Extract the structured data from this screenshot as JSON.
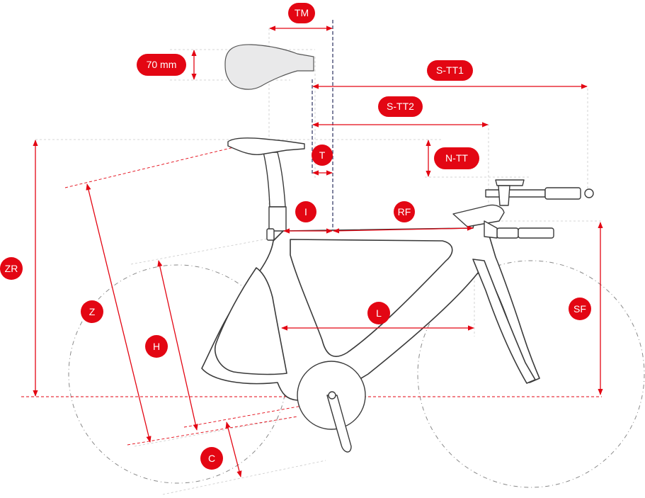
{
  "diagram": {
    "labels": {
      "tm": "TM",
      "saddle_width": "70 mm",
      "stt1": "S-TT1",
      "stt2": "S-TT2",
      "t": "T",
      "ntt": "N-TT",
      "i": "I",
      "rf": "RF",
      "zr": "ZR",
      "z": "Z",
      "h": "H",
      "l": "L",
      "sf": "SF",
      "c": "C"
    },
    "colors": {
      "accent": "#e30613",
      "line": "#3a3a3a",
      "centerline": "#3a3f6b",
      "guide": "#c9c9c9"
    }
  }
}
